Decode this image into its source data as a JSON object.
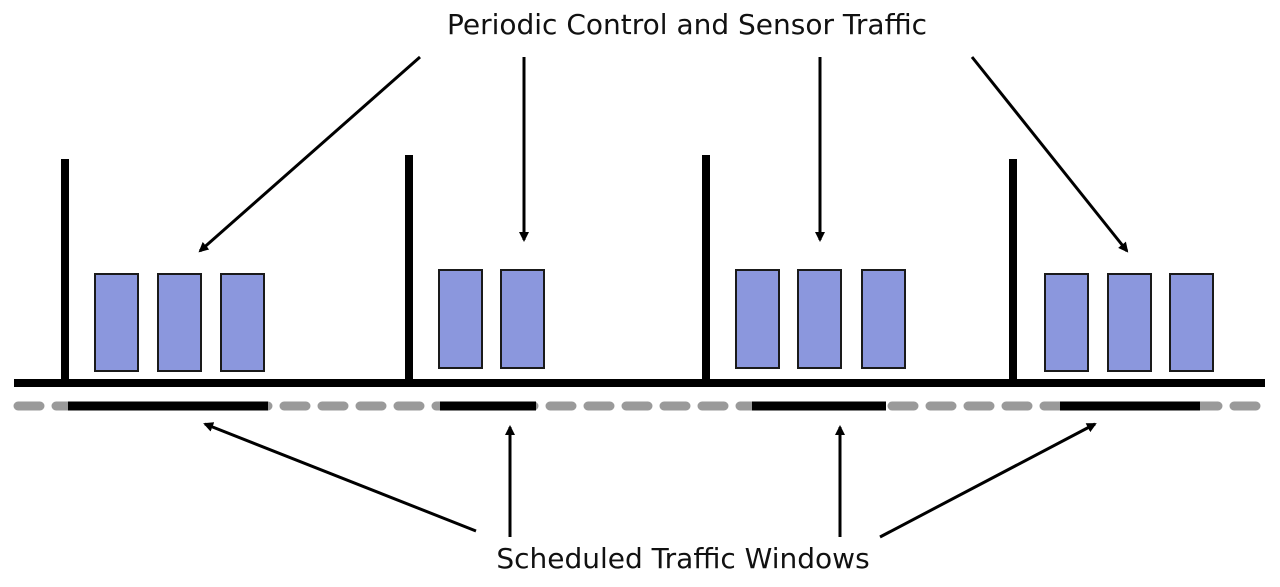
{
  "labels": {
    "top": "Periodic Control and Sensor Traffic",
    "bottom": "Scheduled Traffic Windows"
  },
  "colors": {
    "packet_fill": "#8b97dd",
    "packet_stroke": "#1a1a1a",
    "line": "#000000",
    "dash": "#9a9a9a",
    "background": "#ffffff"
  },
  "cycles": [
    {
      "packets": 3
    },
    {
      "packets": 2
    },
    {
      "packets": 3
    },
    {
      "packets": 3
    }
  ]
}
